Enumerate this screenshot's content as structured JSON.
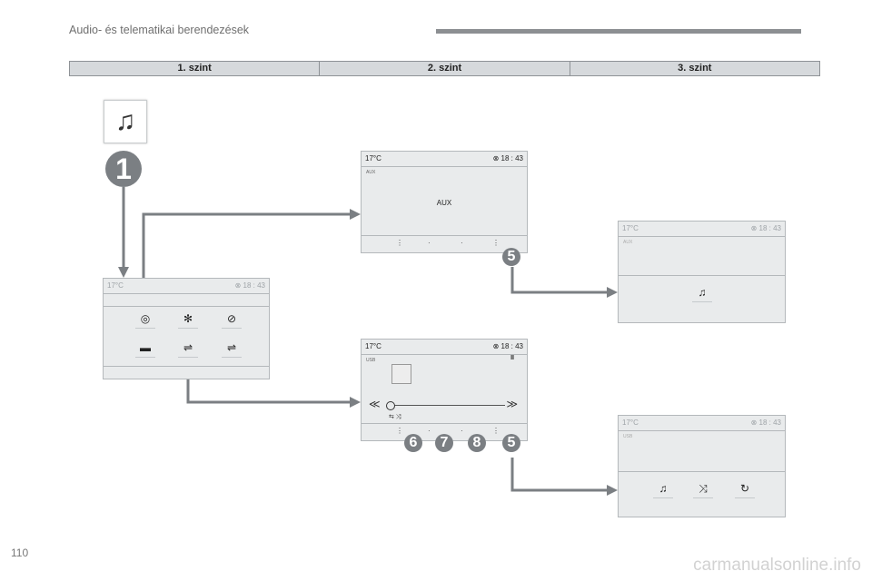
{
  "header": {
    "title": "Audio- és telematikai berendezések"
  },
  "levels": [
    "1. szint",
    "2. szint",
    "3. szint"
  ],
  "status_bar": {
    "temp": "17°C",
    "clock": "⊗  18 : 43"
  },
  "panels": {
    "main": {
      "icons": [
        "◎",
        "✻",
        "⊘",
        "▬",
        "⇌",
        "⇌"
      ]
    },
    "aux": {
      "source": "AUX",
      "center": "AUX"
    },
    "usb": {
      "source": "USB",
      "pause": "II",
      "prev": "≪",
      "next": "≫"
    },
    "aux_sub": {
      "source": "AUX",
      "icons": [
        "♫"
      ]
    },
    "usb_sub": {
      "source": "USB",
      "icons": [
        "♫",
        "⤨",
        "↻"
      ]
    }
  },
  "badges": {
    "music": "1",
    "aux": "5",
    "usb": [
      "6",
      "7",
      "8",
      "5"
    ]
  },
  "music_icon": "♫",
  "colors": {
    "connector": "#7b7f83",
    "badge": "#7b7f83",
    "panel": "#e9ebec"
  },
  "page_number": "110",
  "footer_mark": "carmanualsonline.info"
}
